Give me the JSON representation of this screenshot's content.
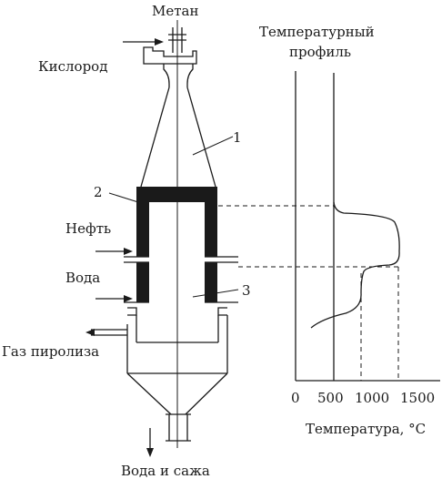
{
  "labels": {
    "methane": "Метан",
    "oxygen": "Кислород",
    "oil": "Нефть",
    "water": "Вода",
    "pyrolysis_gas": "Газ пиролиза",
    "water_soot": "Вода и сажа",
    "profile_title_line1": "Температурный",
    "profile_title_line2": "профиль",
    "axis_title": "Температура, °C"
  },
  "callouts": {
    "n1": "1",
    "n2": "2",
    "n3": "3"
  },
  "axis": {
    "ticks": [
      "0",
      "500",
      "1000",
      "1500"
    ]
  }
}
